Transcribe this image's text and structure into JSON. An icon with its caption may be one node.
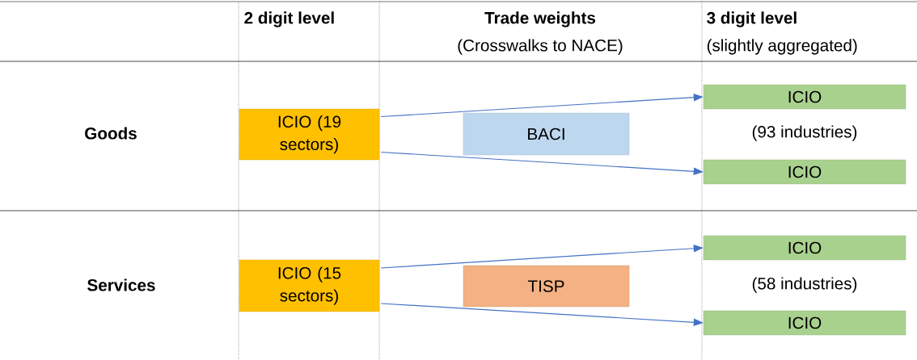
{
  "diagram": {
    "nodes": [
      {
        "text": [
          "ICIO (19 sectors)"
        ]
      },
      {
        "text": [
          "BACI"
        ]
      },
      {
        "text": [
          "ICIO"
        ]
      },
      {
        "text": [
          "ICIO"
        ]
      },
      {
        "text": [
          "ICIO (15 sectors)"
        ]
      },
      {
        "text": [
          "TISP"
        ]
      },
      {
        "text": [
          "ICIO"
        ]
      },
      {
        "text": [
          "ICIO"
        ]
      }
    ],
    "edges": [
      {
        "from": 0,
        "to": 2,
        "arrow": "to"
      },
      {
        "from": 0,
        "to": 3,
        "arrow": "to"
      },
      {
        "from": 4,
        "to": 6,
        "arrow": "to"
      },
      {
        "from": 4,
        "to": 7,
        "arrow": "to"
      }
    ],
    "labels": [
      "2 digit level",
      "Trade weights",
      "(Crosswalks to NACE)",
      "3 digit level",
      "(slightly aggregated)",
      "Goods",
      "(93 industries)",
      "Services",
      "(58 industries)"
    ]
  }
}
